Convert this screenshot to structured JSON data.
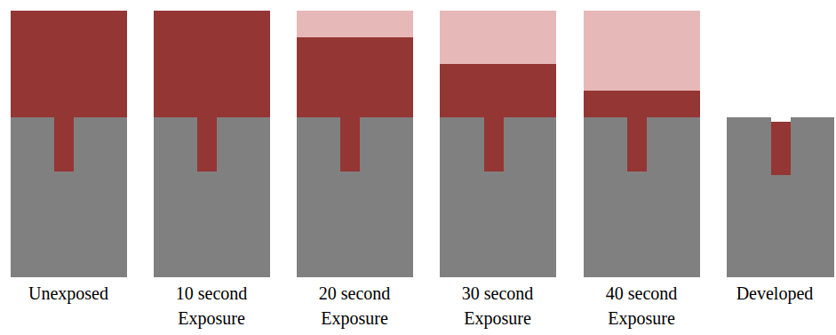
{
  "diagram": {
    "labels": [
      "Unexposed",
      "10 second Exposure",
      "20 second Exposure",
      "30 second Exposure",
      "40 second Exposure",
      "Developed"
    ]
  }
}
